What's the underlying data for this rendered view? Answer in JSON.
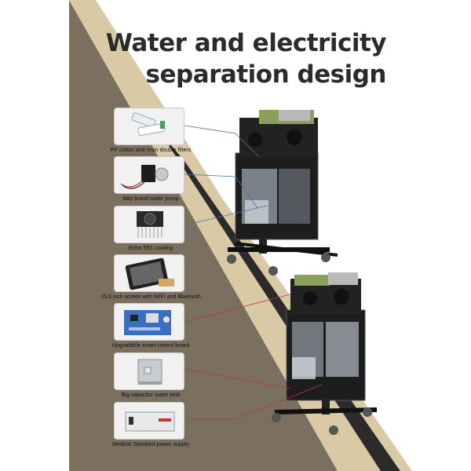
{
  "title": {
    "line1": "Water and electricity",
    "line2": "separation design"
  },
  "components": [
    {
      "caption": "PP cotton and resin double filters",
      "icon": "filter-cartridge-icon"
    },
    {
      "caption": "Italy brand water pump",
      "icon": "water-pump-icon"
    },
    {
      "caption": "Extra TEC cooling",
      "icon": "tec-cooler-icon"
    },
    {
      "caption": "15.6 inch screen with WIFI and Bluetooth",
      "icon": "tablet-screen-icon"
    },
    {
      "caption": "Upgradable smart control board",
      "icon": "circuit-board-icon"
    },
    {
      "caption": "Big capacitor water tank",
      "icon": "water-tank-icon"
    },
    {
      "caption": "Medical Standard power supply",
      "icon": "power-supply-icon"
    }
  ],
  "colors": {
    "background_brown": "#7b6f5f",
    "sand_band": "#d9c9a5",
    "stripe": "#2b2b2b",
    "leader_blue": "#4a6ea8",
    "leader_red": "#c0393b",
    "title": "#2b2b2b"
  }
}
